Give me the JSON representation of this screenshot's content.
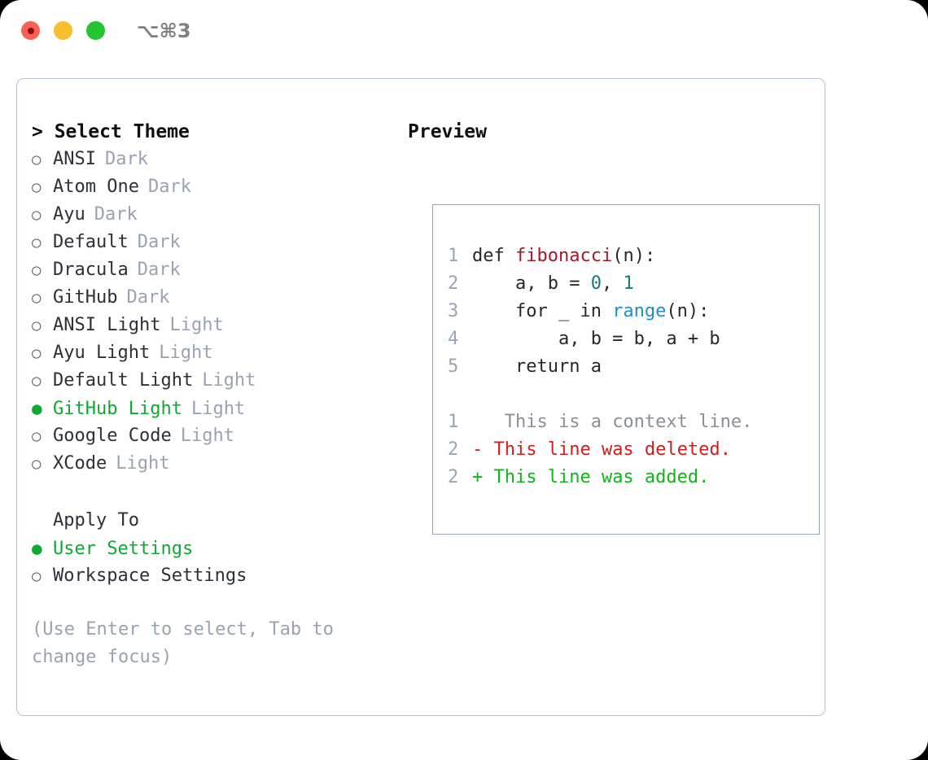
{
  "titlebar": {
    "shortcut": "⌥⌘3",
    "buttons": [
      "close",
      "minimize",
      "zoom"
    ]
  },
  "theme_section": {
    "header": "> Select Theme",
    "bullet_unselected": "○",
    "bullet_selected": "●",
    "items": [
      {
        "name": "ANSI",
        "tag": "Dark",
        "selected": false
      },
      {
        "name": "Atom One",
        "tag": "Dark",
        "selected": false
      },
      {
        "name": "Ayu",
        "tag": "Dark",
        "selected": false
      },
      {
        "name": "Default",
        "tag": "Dark",
        "selected": false
      },
      {
        "name": "Dracula",
        "tag": "Dark",
        "selected": false
      },
      {
        "name": "GitHub",
        "tag": "Dark",
        "selected": false
      },
      {
        "name": "ANSI Light",
        "tag": "Light",
        "selected": false
      },
      {
        "name": "Ayu Light",
        "tag": "Light",
        "selected": false
      },
      {
        "name": "Default Light",
        "tag": "Light",
        "selected": false
      },
      {
        "name": "GitHub Light",
        "tag": "Light",
        "selected": true
      },
      {
        "name": "Google Code",
        "tag": "Light",
        "selected": false
      },
      {
        "name": "XCode",
        "tag": "Light",
        "selected": false
      }
    ]
  },
  "apply_section": {
    "header": "Apply To",
    "items": [
      {
        "name": "User Settings",
        "selected": true
      },
      {
        "name": "Workspace Settings",
        "selected": false
      }
    ]
  },
  "hint": "(Use Enter to select, Tab to change focus)",
  "preview": {
    "title": "Preview",
    "code_lines": [
      {
        "number": "1",
        "tokens": [
          {
            "text": "def ",
            "kind": "plain"
          },
          {
            "text": "fibonacci",
            "kind": "func"
          },
          {
            "text": "(n):",
            "kind": "plain"
          }
        ]
      },
      {
        "number": "2",
        "tokens": [
          {
            "text": "    a, b = ",
            "kind": "plain"
          },
          {
            "text": "0",
            "kind": "num"
          },
          {
            "text": ", ",
            "kind": "plain"
          },
          {
            "text": "1",
            "kind": "num"
          }
        ]
      },
      {
        "number": "3",
        "tokens": [
          {
            "text": "    for _ in ",
            "kind": "plain"
          },
          {
            "text": "range",
            "kind": "builtin"
          },
          {
            "text": "(n):",
            "kind": "plain"
          }
        ]
      },
      {
        "number": "4",
        "tokens": [
          {
            "text": "        a, b = b, a + b",
            "kind": "plain"
          }
        ]
      },
      {
        "number": "5",
        "tokens": [
          {
            "text": "    return a",
            "kind": "plain"
          }
        ]
      }
    ],
    "diff_lines": [
      {
        "number": "1",
        "marker": " ",
        "text": "  This is a context line.",
        "kind": "ctx"
      },
      {
        "number": "2",
        "marker": "-",
        "text": " This line was deleted.",
        "kind": "del"
      },
      {
        "number": "2",
        "marker": "+",
        "text": " This line was added.",
        "kind": "add"
      }
    ]
  },
  "colors": {
    "accent_green": "#10a832",
    "muted": "#9aa3b2",
    "gutter": "#9aa5b4",
    "func_red": "#a5182a",
    "number_teal": "#0f7c77",
    "builtin_blue": "#1f8fc4",
    "diff_deleted": "#d11f1f",
    "diff_added": "#11b319",
    "border": "#b9c2cf"
  }
}
